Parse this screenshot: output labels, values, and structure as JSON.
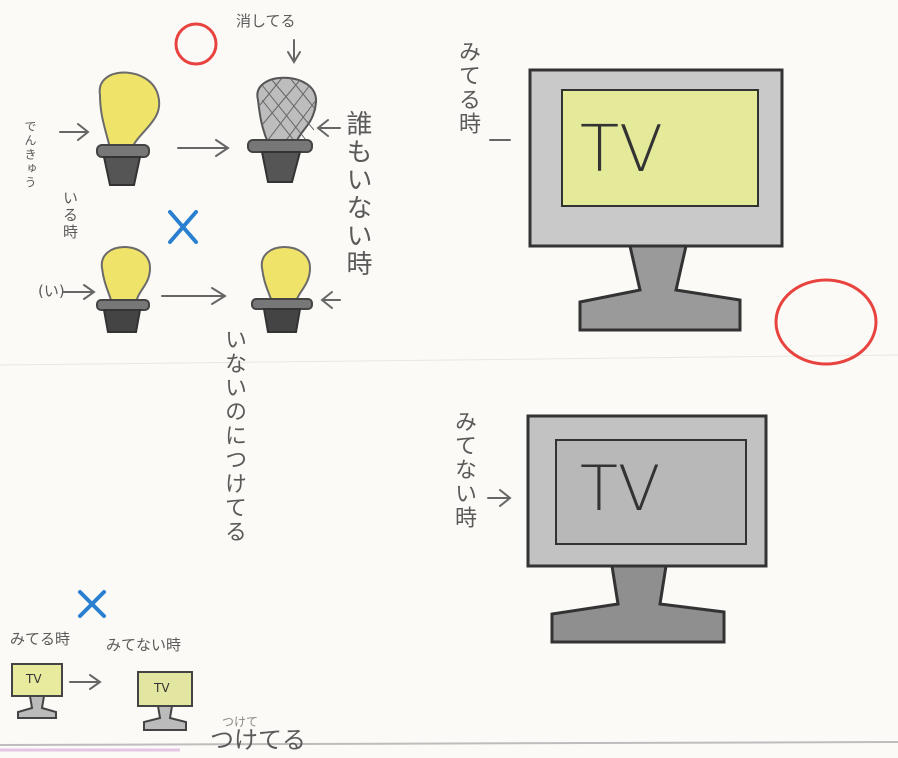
{
  "colors": {
    "correct_mark": "#e8433f",
    "wrong_mark": "#2a7fd0",
    "bulb_on": "#efe36a",
    "pencil": "#6b6b6b",
    "screen_on": "#e5ea9a"
  },
  "bulbs": {
    "correct_mark": "○",
    "wrong_mark": "×",
    "top_note": "消してる",
    "left_note": "でんきゅう",
    "someone_note": "いる時",
    "nobody_note": "誰もいない時",
    "long_note": "いないのにつけてる",
    "paren_label": "(い)"
  },
  "tv_top": {
    "note": "みてる時",
    "screen_label": "TV",
    "correct_mark": "○"
  },
  "tv_bottom": {
    "note": "みてない時",
    "screen_label": "TV"
  },
  "mini_tv": {
    "wrong_mark": "×",
    "watching_label": "みてる時",
    "not_watching_label": "みてない時",
    "screen_label": "TV",
    "bottom_note": "つけてる",
    "bottom_note_small": "つけて"
  }
}
